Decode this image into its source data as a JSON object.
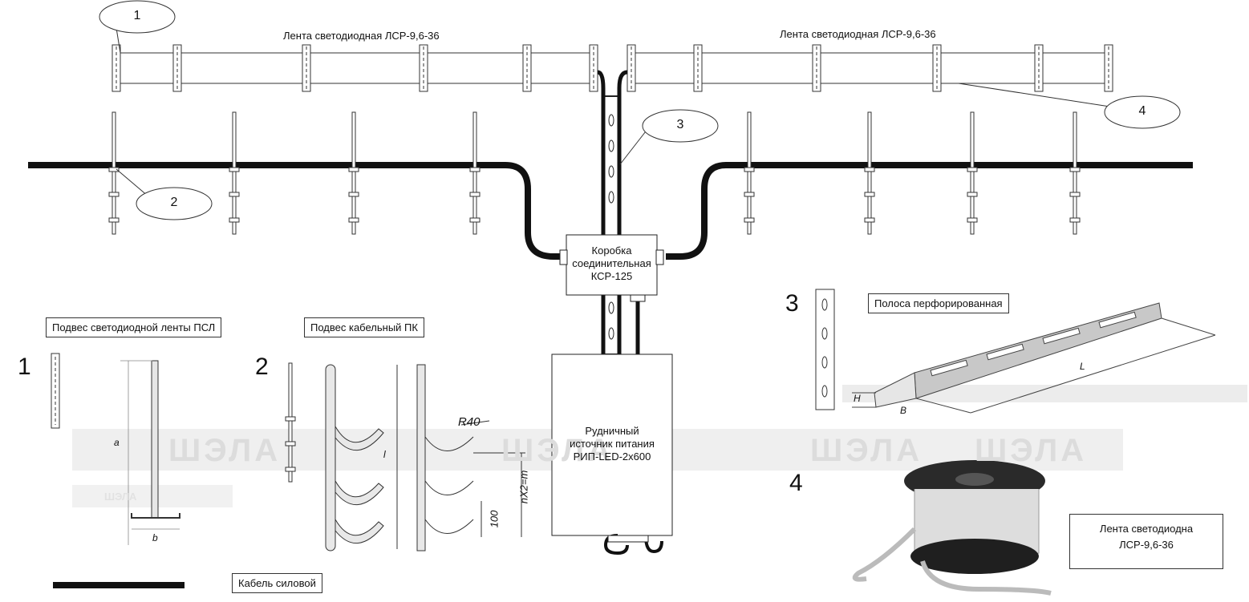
{
  "strip_label_left": "Лента светодиодная   ЛСР-9,6-36",
  "strip_label_right": "Лента светодиодная   ЛСР-9,6-36",
  "callouts": [
    "1",
    "2",
    "3",
    "4"
  ],
  "junction_box": [
    "Коробка",
    "соединительная",
    "КСР-125"
  ],
  "power_supply": [
    "Рудничный",
    "источник питания",
    "РИП-LED-2х600"
  ],
  "legend": {
    "item1": {
      "num": "1",
      "label": "Подвес светодиодной ленты ПСЛ"
    },
    "item2": {
      "num": "2",
      "label": "Подвес кабельный ПК"
    },
    "item3": {
      "num": "3",
      "label": "Полоса перфорированная"
    },
    "item4": {
      "num": "4",
      "label_line1": "Лента светодиодна",
      "label_line2": "ЛСР-9,6-36"
    },
    "cable": {
      "label": "Кабель силовой"
    }
  },
  "dimensions": {
    "a": "a",
    "b": "b",
    "r": "R40",
    "nx": "nX2=m",
    "h100": "100",
    "l": "l",
    "L": "L",
    "H": "H",
    "B": "B"
  },
  "watermark": "ШЭЛА"
}
